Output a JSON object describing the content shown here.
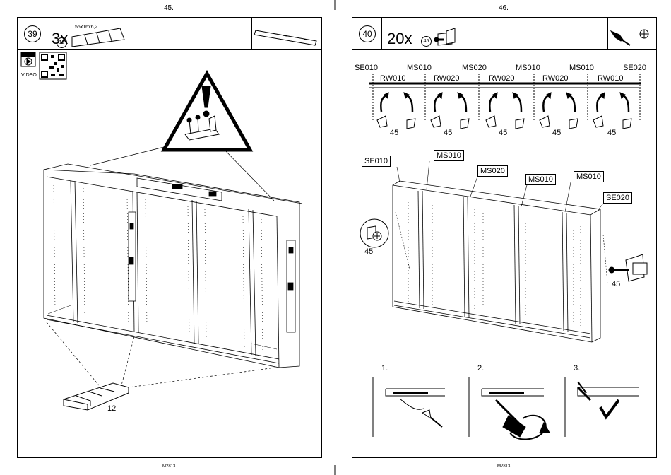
{
  "pages": [
    {
      "number": "45.",
      "footer_code": "M2813",
      "step_number": "39",
      "quantity": "3x",
      "part_badge": "12",
      "part_dims": "55x16x6,2",
      "video_label": "VIDEO",
      "callout_qty": "12"
    },
    {
      "number": "46.",
      "footer_code": "M2813",
      "step_number": "40",
      "quantity": "20x",
      "part_badge": "45",
      "top_labels": [
        "SE010",
        "MS010",
        "MS020",
        "MS010",
        "MS010",
        "SE020"
      ],
      "rail_labels": [
        "RW010",
        "RW020",
        "RW020",
        "RW020",
        "RW010"
      ],
      "screw_counts": [
        "45",
        "45",
        "45",
        "45",
        "45"
      ],
      "cabinet_labels": [
        "SE010",
        "MS010",
        "MS020",
        "MS010",
        "MS010",
        "SE020"
      ],
      "screw_callouts": [
        "45",
        "45"
      ],
      "sub_steps": [
        "1.",
        "2.",
        "3."
      ]
    }
  ]
}
